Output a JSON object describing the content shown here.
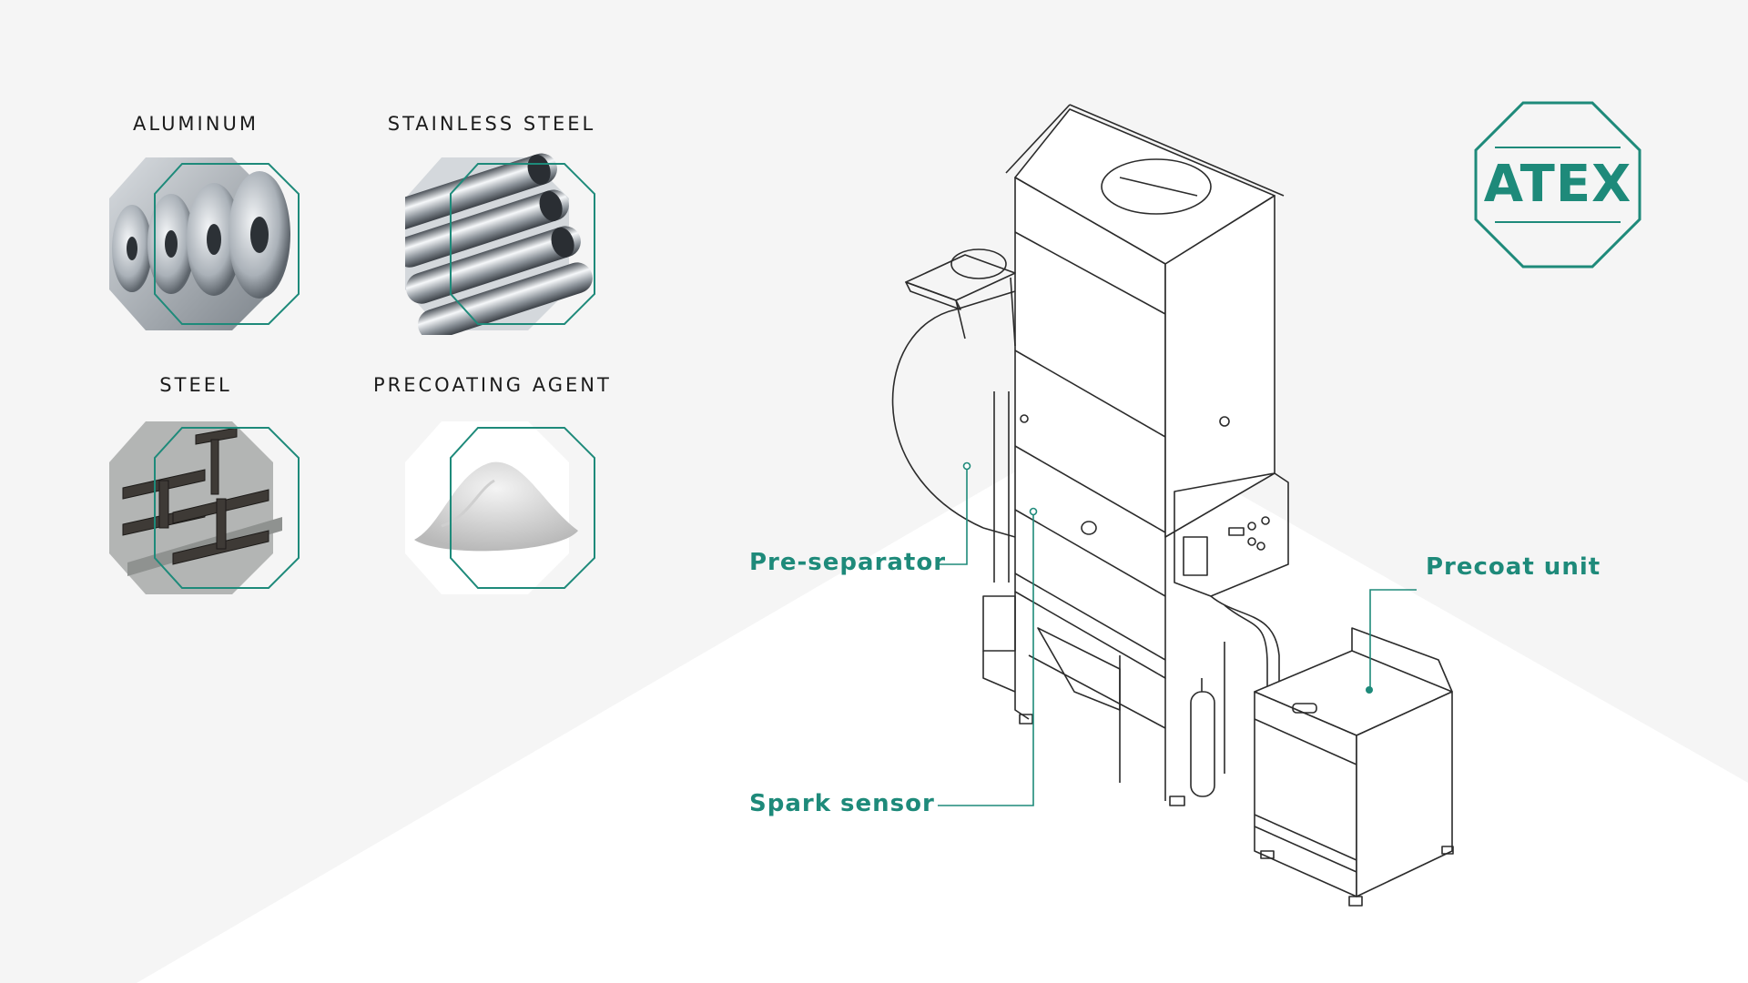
{
  "materials": [
    {
      "label": "ALUMINUM",
      "icon": "aluminum-coil-rolls-image"
    },
    {
      "label": "STAINLESS STEEL",
      "icon": "stainless-steel-tubes-image"
    },
    {
      "label": "STEEL",
      "icon": "steel-beams-image"
    },
    {
      "label": "PRECOATING AGENT",
      "icon": "precoat-powder-pile-image"
    }
  ],
  "certification": {
    "label": "ATEX"
  },
  "callouts": {
    "pre_separator": "Pre-separator",
    "spark_sensor": "Spark sensor",
    "precoat_unit": "Precoat unit"
  },
  "colors": {
    "accent": "#1e8a7a",
    "background": "#f5f5f5",
    "floor": "#ffffff",
    "line": "#2b2b2b"
  }
}
